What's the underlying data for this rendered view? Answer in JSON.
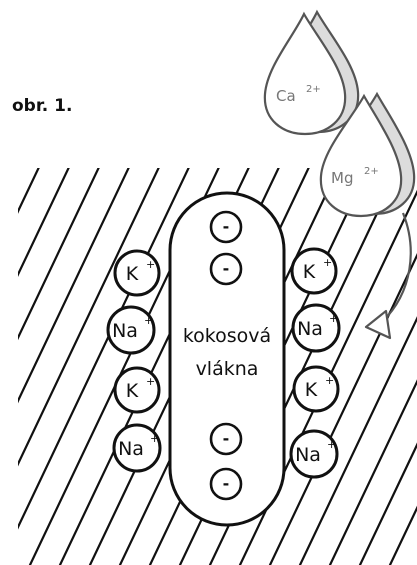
{
  "figure_label": "obr. 1.",
  "fiber_label_line1": "kokosová",
  "fiber_label_line2": "vlákna",
  "core_charges": [
    "-",
    "-",
    "-",
    "-"
  ],
  "left_ions": [
    {
      "symbol": "K",
      "charge": "+"
    },
    {
      "symbol": "Na",
      "charge": "+"
    },
    {
      "symbol": "K",
      "charge": "+"
    },
    {
      "symbol": "Na",
      "charge": "+"
    }
  ],
  "right_ions": [
    {
      "symbol": "K",
      "charge": "+"
    },
    {
      "symbol": "Na",
      "charge": "+"
    },
    {
      "symbol": "K",
      "charge": "+"
    },
    {
      "symbol": "Na",
      "charge": "+"
    }
  ],
  "drops": [
    {
      "symbol": "Ca",
      "charge": "2+"
    },
    {
      "symbol": "Mg",
      "charge": "2+"
    }
  ],
  "colors": {
    "ink": "#111111",
    "drop_ink": "#777777",
    "drop_shade": "#dcdcdc",
    "background": "#ffffff"
  }
}
